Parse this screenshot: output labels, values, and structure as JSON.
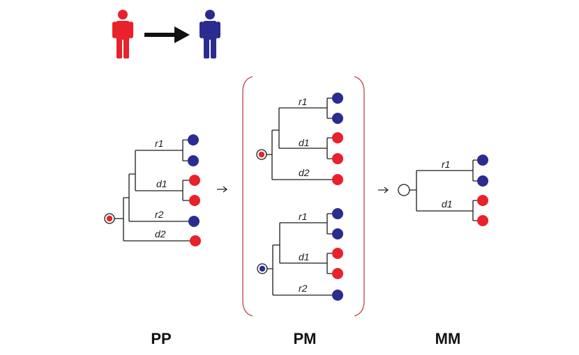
{
  "colors": {
    "red": "#e8212b",
    "blue": "#2b2c8f",
    "line": "#1a1a1a",
    "bracket": "#c0504d"
  },
  "icons": {
    "donor": "red-person-icon",
    "transmission_arrow": "right-arrow-icon",
    "recipient": "blue-person-icon"
  },
  "panels": {
    "pp": {
      "label": "PP",
      "root": "red",
      "branches": [
        "r1",
        "d1",
        "r2",
        "d2"
      ],
      "tips": [
        "blue",
        "blue",
        "red",
        "red",
        "blue",
        "red"
      ]
    },
    "pm_top": {
      "root": "red",
      "branches": [
        "r1",
        "d1",
        "d2"
      ],
      "tips": [
        "blue",
        "blue",
        "red",
        "red",
        "red"
      ]
    },
    "pm_bottom": {
      "root": "blue",
      "branches": [
        "r1",
        "d1",
        "r2"
      ],
      "tips": [
        "blue",
        "blue",
        "red",
        "red",
        "blue"
      ]
    },
    "pm": {
      "label": "PM"
    },
    "mm": {
      "label": "MM",
      "root": "white",
      "branches": [
        "r1",
        "d1"
      ],
      "tips": [
        "blue",
        "blue",
        "red",
        "red"
      ]
    }
  }
}
